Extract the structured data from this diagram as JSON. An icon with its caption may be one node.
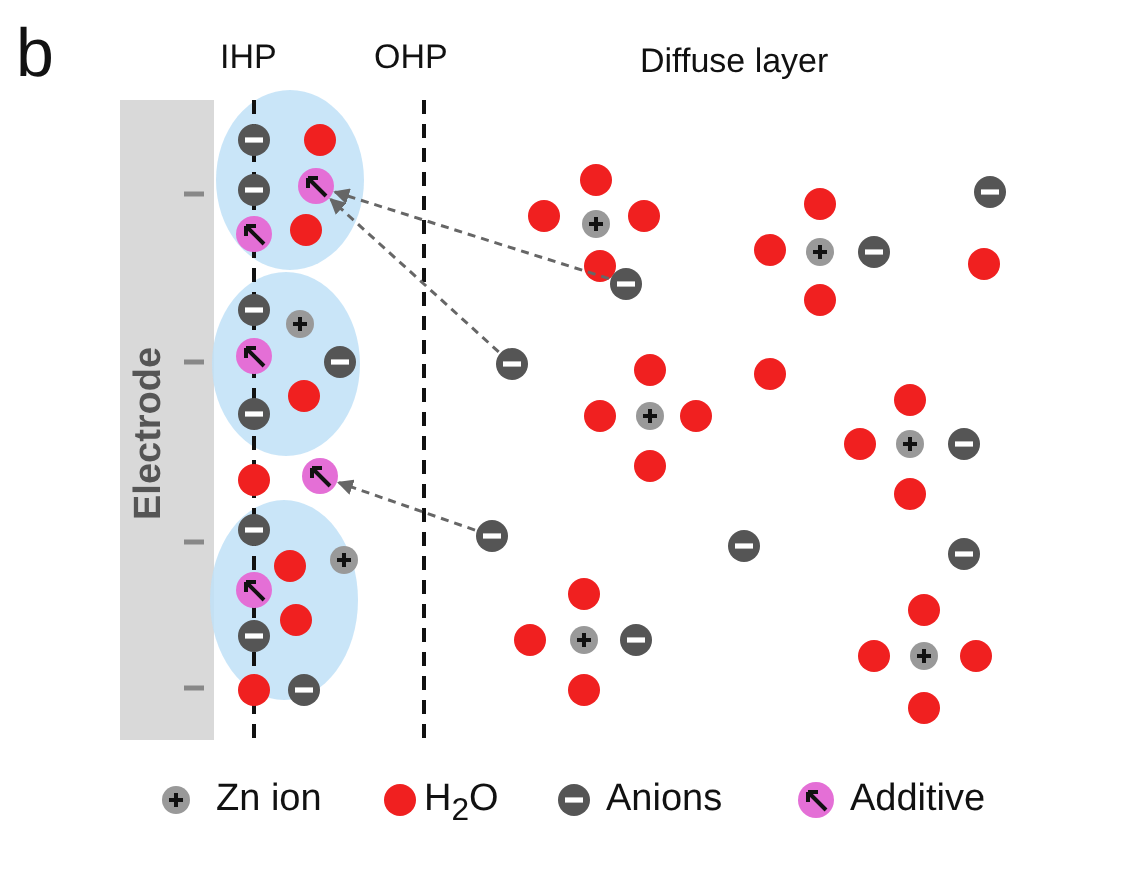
{
  "diagram": {
    "nodes": [
      {
        "text": [
          "Electrode"
        ]
      },
      {
        "text": [],
        "shape": "circle"
      },
      {
        "text": [],
        "shape": "circle"
      },
      {
        "text": [],
        "shape": "circle"
      },
      {
        "text": [],
        "shape": "circle"
      },
      {
        "text": [],
        "shape": "circle"
      }
    ],
    "edges": [
      {
        "from": 3,
        "to": 1,
        "arrow": "to",
        "style": "dashed"
      },
      {
        "from": 4,
        "to": 1,
        "arrow": "to",
        "style": "dashed"
      },
      {
        "from": 5,
        "to": 2,
        "arrow": "to",
        "style": "dashed"
      }
    ],
    "labels": [
      "b",
      "IHP",
      "OHP",
      "Diffuse layer"
    ],
    "legend": [
      {
        "text": "Zn ion"
      },
      {
        "text": "H$_{2}$O",
        "color": "#f02020"
      },
      {
        "text": "Anions"
      },
      {
        "text": "Additive"
      }
    ]
  }
}
